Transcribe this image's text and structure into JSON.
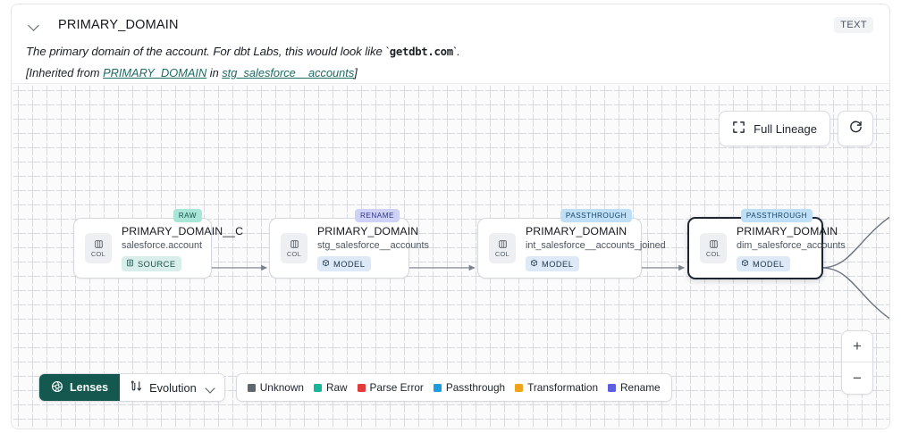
{
  "header": {
    "collapse_icon": "chevron-down-icon",
    "column_name": "PRIMARY_DOMAIN",
    "type_badge": "TEXT",
    "description_prefix": "The primary domain of the account. For dbt Labs, this would look like `",
    "description_code": "getdbt.com",
    "description_suffix": "`.",
    "inherited_prefix": "[Inherited from ",
    "inherited_link_column": "PRIMARY_DOMAIN",
    "inherited_middle": " in ",
    "inherited_link_model": "stg_salesforce__accounts",
    "inherited_suffix": "]"
  },
  "controls": {
    "full_lineage_label": "Full Lineage",
    "full_lineage_icon": "expand-icon",
    "refresh_icon": "refresh-icon",
    "zoom_in_label": "+",
    "zoom_out_label": "−"
  },
  "lineage": {
    "nodes": [
      {
        "tag": "RAW",
        "tag_kind": "raw",
        "chip_label": "COL",
        "chip_icon": "column-icon",
        "name": "PRIMARY_DOMAIN__C",
        "subtitle": "salesforce.account",
        "kind_label": "SOURCE",
        "kind_icon": "database-icon",
        "kind_style": "source",
        "selected": false
      },
      {
        "tag": "RENAME",
        "tag_kind": "rename",
        "chip_label": "COL",
        "chip_icon": "column-icon",
        "name": "PRIMARY_DOMAIN",
        "subtitle": "stg_salesforce__accounts",
        "kind_label": "MODEL",
        "kind_icon": "cube-icon",
        "kind_style": "model",
        "selected": false
      },
      {
        "tag": "PASSTHROUGH",
        "tag_kind": "passthrough",
        "chip_label": "COL",
        "chip_icon": "column-icon",
        "name": "PRIMARY_DOMAIN",
        "subtitle": "int_salesforce__accounts_joined",
        "kind_label": "MODEL",
        "kind_icon": "cube-icon",
        "kind_style": "model",
        "selected": false
      },
      {
        "tag": "PASSTHROUGH",
        "tag_kind": "passthrough",
        "chip_label": "COL",
        "chip_icon": "column-icon",
        "name": "PRIMARY_DOMAIN",
        "subtitle": "dim_salesforce_accounts",
        "kind_label": "MODEL",
        "kind_icon": "cube-icon",
        "kind_style": "model",
        "selected": true
      }
    ]
  },
  "toolbar": {
    "lenses_label": "Lenses",
    "lenses_icon": "aperture-icon",
    "lenses_color": "#14584f",
    "evolution_label": "Evolution",
    "evolution_icon": "evolution-flow-icon",
    "evolution_caret_icon": "chevron-down-icon"
  },
  "legend": {
    "items": [
      {
        "label": "Unknown",
        "color": "#60666e"
      },
      {
        "label": "Raw",
        "color": "#17b69a"
      },
      {
        "label": "Parse Error",
        "color": "#e23b3b"
      },
      {
        "label": "Passthrough",
        "color": "#1b9ede"
      },
      {
        "label": "Transformation",
        "color": "#f0a41c"
      },
      {
        "label": "Rename",
        "color": "#5b5fe0"
      }
    ]
  }
}
